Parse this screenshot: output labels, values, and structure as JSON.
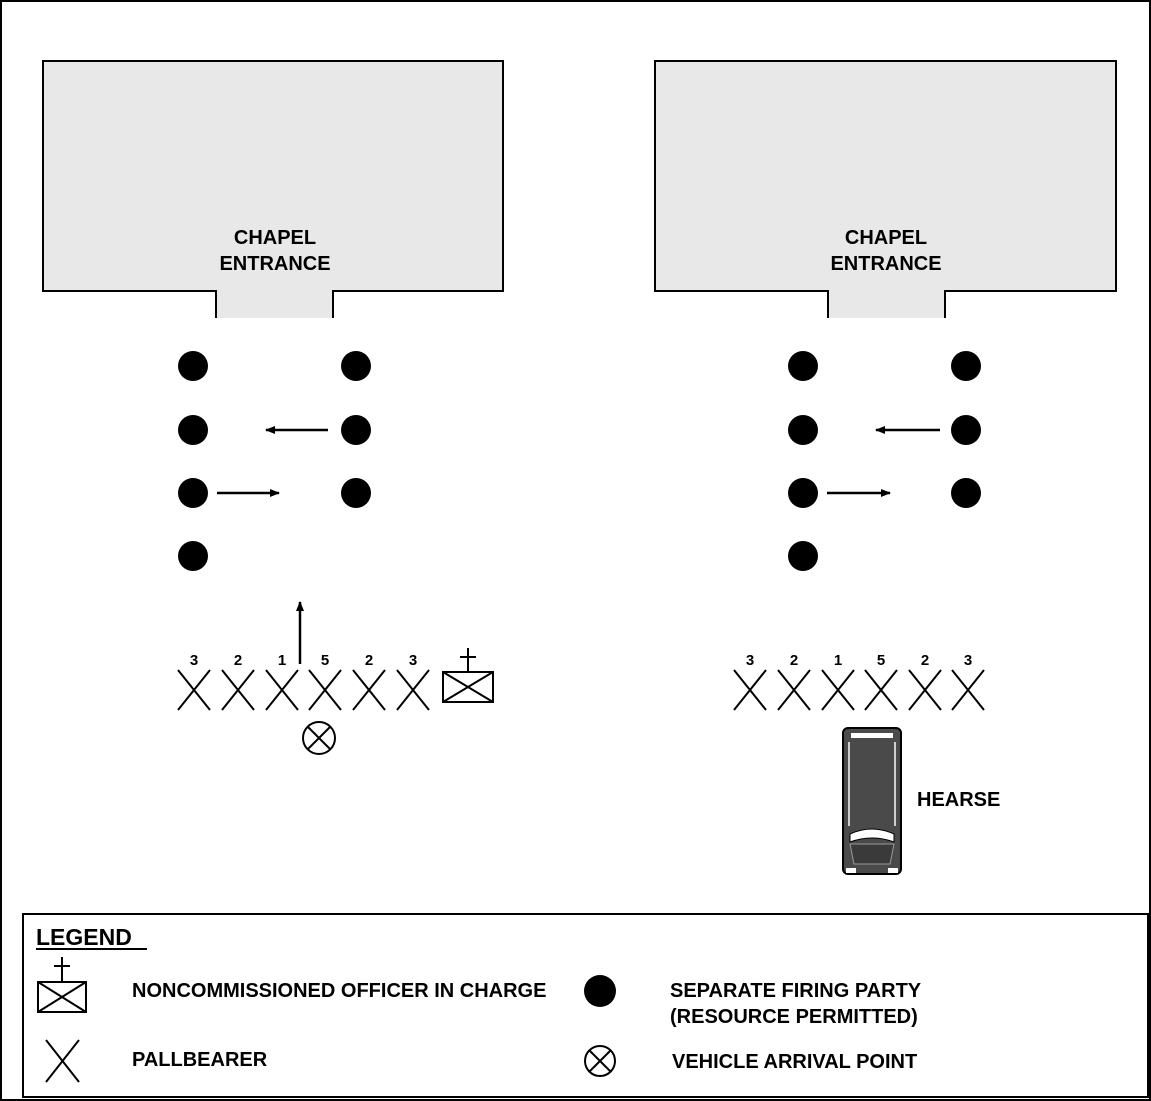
{
  "left_panel": {
    "chapel_line1": "CHAPEL",
    "chapel_line2": "ENTRANCE",
    "pallbearer_numbers": [
      "3",
      "2",
      "1",
      "5",
      "2",
      "3"
    ]
  },
  "right_panel": {
    "chapel_line1": "CHAPEL",
    "chapel_line2": "ENTRANCE",
    "pallbearer_numbers": [
      "3",
      "2",
      "1",
      "5",
      "2",
      "3"
    ],
    "hearse_label": "HEARSE"
  },
  "legend": {
    "title": "LEGEND",
    "items": [
      {
        "symbol": "noncommissioned-officer-icon",
        "label": "NONCOMMISSIONED OFFICER IN CHARGE"
      },
      {
        "symbol": "firing-party-dot-icon",
        "label_line1": "SEPARATE FIRING PARTY",
        "label_line2": "(RESOURCE PERMITTED)"
      },
      {
        "symbol": "pallbearer-x-icon",
        "label": "PALLBEARER"
      },
      {
        "symbol": "vehicle-arrival-icon",
        "label": "VEHICLE ARRIVAL POINT"
      }
    ]
  },
  "colors": {
    "building_fill": "#e8e8e8",
    "hearse_body": "#4a4a4a",
    "ink": "#000000"
  }
}
